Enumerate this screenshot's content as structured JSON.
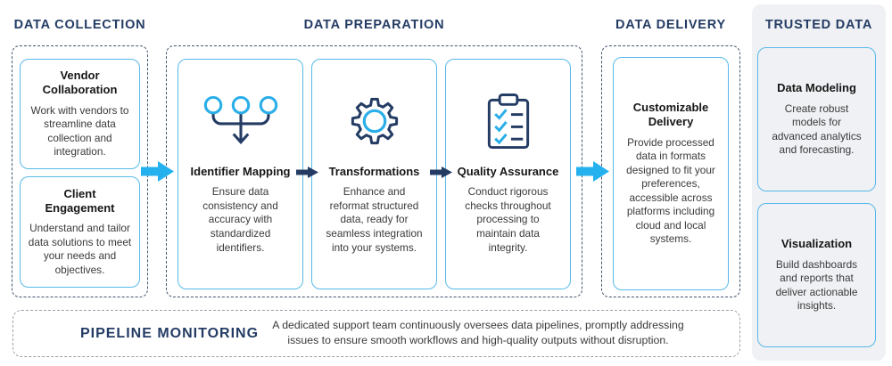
{
  "sections": {
    "collection": {
      "title": "DATA COLLECTION",
      "cards": [
        {
          "title": "Vendor Collaboration",
          "body": "Work with vendors to streamline data collection and integration."
        },
        {
          "title": "Client Engagement",
          "body": "Understand and tailor data solutions to meet your needs and objectives."
        }
      ]
    },
    "preparation": {
      "title": "DATA PREPARATION",
      "cards": [
        {
          "icon": "identifier-mapping-icon",
          "title": "Identifier Mapping",
          "body": "Ensure data consistency and accuracy with standardized identifiers."
        },
        {
          "icon": "gear-icon",
          "title": "Transformations",
          "body": "Enhance and reformat structured data, ready for seamless integration into your systems."
        },
        {
          "icon": "checklist-clipboard-icon",
          "title": "Quality Assurance",
          "body": "Conduct rigorous checks throughout processing to maintain data integrity."
        }
      ]
    },
    "delivery": {
      "title": "DATA DELIVERY",
      "cards": [
        {
          "title": "Customizable Delivery",
          "body": "Provide processed data in formats designed to fit your preferences, accessible across platforms including cloud and local systems."
        }
      ]
    },
    "trusted": {
      "title": "TRUSTED DATA",
      "cards": [
        {
          "title": "Data Modeling",
          "body": "Create robust models for advanced analytics and forecasting."
        },
        {
          "title": "Visualization",
          "body": "Build dashboards and reports that deliver actionable insights."
        }
      ]
    },
    "monitoring": {
      "title": "PIPELINE MONITORING",
      "body": "A dedicated support team continuously oversees data pipelines, promptly addressing issues to ensure smooth workflows and high-quality outputs without disruption."
    }
  },
  "icons": {
    "identifier_mapping": "identifier-mapping-icon",
    "transformations": "gear-icon",
    "quality_assurance": "checklist-clipboard-icon",
    "flow": "flow-arrow-icon"
  },
  "colors": {
    "navy": "#243C64",
    "cyan": "#29AEE8",
    "arrow_cyan": "#24B1EE",
    "card_border": "#58B9E9",
    "trusted_bg": "#EFF1F4"
  }
}
